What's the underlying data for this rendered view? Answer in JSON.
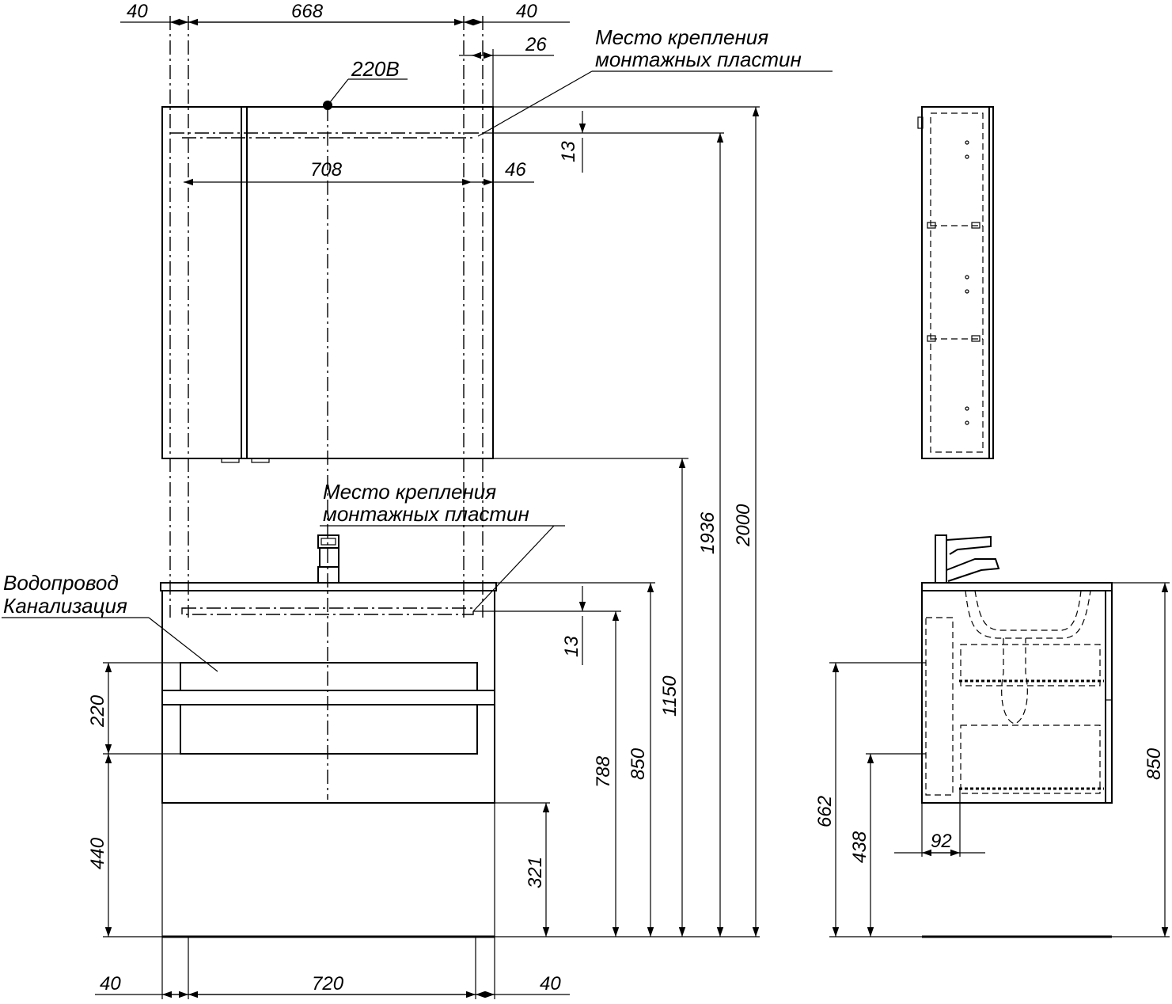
{
  "front_view": {
    "top_dims": {
      "left": "40",
      "middle": "668",
      "right": "40",
      "offset_small": "26"
    },
    "power_label": "220В",
    "inner_dims": {
      "width": "708",
      "right_gap": "46",
      "top_gap": "13"
    },
    "mounting_note_top": [
      "Место крепления",
      "монтажных пластин"
    ],
    "mounting_note_bottom": [
      "Место крепления",
      "монтажных пластин"
    ],
    "pipes_note": [
      "Водопровод",
      "Канализация"
    ],
    "height_dims": {
      "h2000": "2000",
      "h1936": "1936",
      "h1150": "1150",
      "h850": "850",
      "h788": "788",
      "h13_low": "13",
      "h321": "321",
      "h220": "220",
      "h440": "440"
    },
    "bottom_dims": {
      "left": "40",
      "middle": "720",
      "right": "40"
    }
  },
  "side_view": {
    "dims": {
      "h850": "850",
      "h662": "662",
      "h438": "438",
      "d92": "92"
    }
  }
}
